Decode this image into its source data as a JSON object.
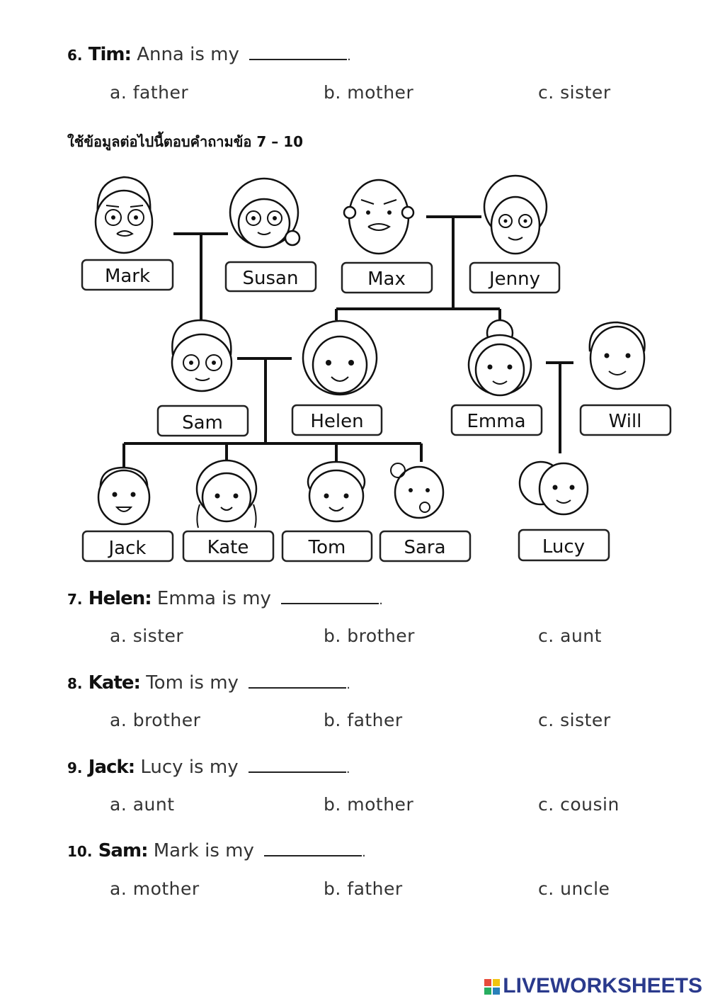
{
  "instruction": "ใช้ข้อมูลต่อไปนี้ตอบคำถามข้อ 7 – 10",
  "questions": [
    {
      "num": "6.",
      "speaker": "Tim:",
      "text": "Anna is my",
      "options": [
        "a. father",
        "b. mother",
        "c. sister"
      ]
    },
    {
      "num": "7.",
      "speaker": "Helen:",
      "text": "Emma is my",
      "options": [
        "a. sister",
        "b. brother",
        "c. aunt"
      ]
    },
    {
      "num": "8.",
      "speaker": "Kate:",
      "text": "Tom is my",
      "options": [
        "a. brother",
        "b. father",
        "c. sister"
      ]
    },
    {
      "num": "9.",
      "speaker": "Jack:",
      "text": "Lucy is my",
      "options": [
        "a. aunt",
        "b. mother",
        "c. cousin"
      ]
    },
    {
      "num": "10.",
      "speaker": "Sam:",
      "text": "Mark is my",
      "options": [
        "a. mother",
        "b. father",
        "c. uncle"
      ]
    }
  ],
  "family": {
    "mark": "Mark",
    "susan": "Susan",
    "max": "Max",
    "jenny": "Jenny",
    "sam": "Sam",
    "helen": "Helen",
    "emma": "Emma",
    "will": "Will",
    "jack": "Jack",
    "kate": "Kate",
    "tom": "Tom",
    "sara": "Sara",
    "lucy": "Lucy"
  },
  "logo": "LIVEWORKSHEETS",
  "logo_color": "#2a3a8c"
}
